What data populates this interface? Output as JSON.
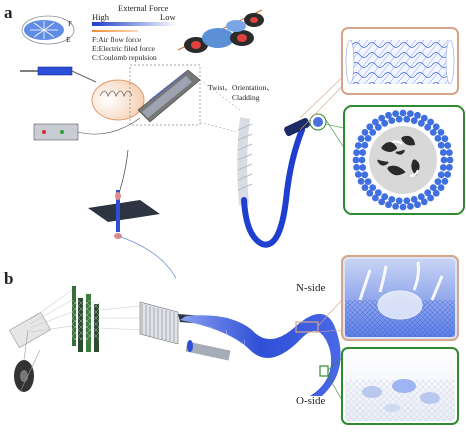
{
  "panels": {
    "a": {
      "label": "a",
      "force_scale": {
        "title": "External Force",
        "high": "High",
        "low": "Low"
      },
      "inset_labels": {
        "f": "F",
        "e": "E"
      },
      "legend": [
        "F:Air flow force",
        "E:Electric filed force",
        "C:Coulomb repulsion"
      ],
      "process_caption": "Twist、Orientation、",
      "process_caption_2": "Cladding"
    },
    "b": {
      "label": "b",
      "n_side": "N-side",
      "o_side": "O-side"
    }
  },
  "colors": {
    "fiber_blue": "#2f4fd6",
    "pale_blue": "#9fb4f2",
    "orange_frame": "#d8a48a",
    "green_frame": "#2e8b2e",
    "dot_blue": "#3f6fe0"
  },
  "icons": [
    "syringe-icon",
    "power-supply-icon",
    "collector-drum-icon",
    "roller-icon",
    "heddle-frame-icon",
    "fabric-roll-icon"
  ]
}
